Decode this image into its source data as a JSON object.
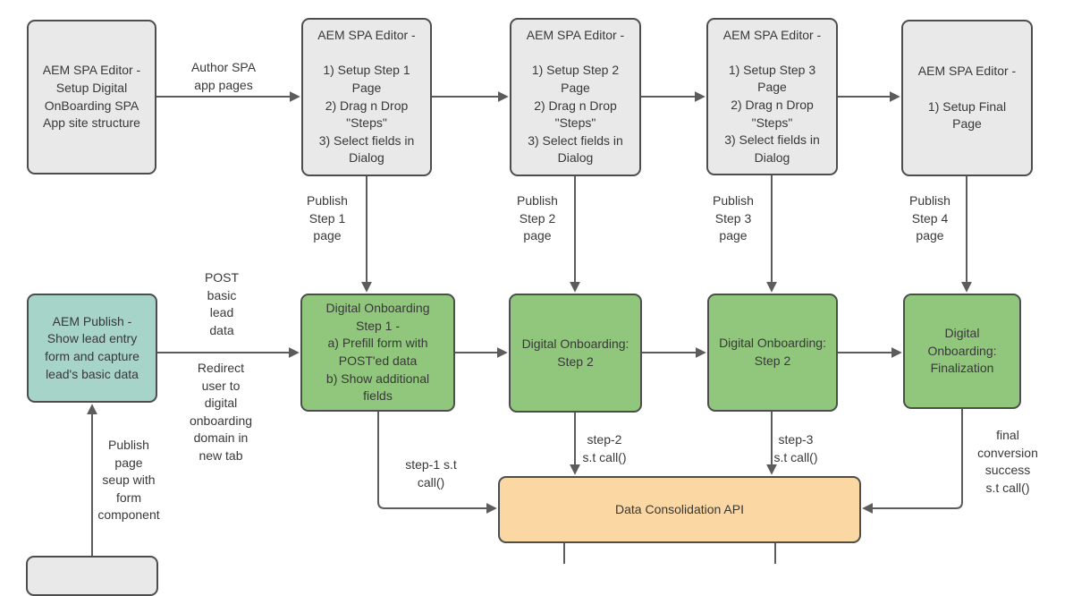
{
  "colors": {
    "background": "#ffffff",
    "gray_fill": "#e9e9e9",
    "green_fill": "#90c77c",
    "teal_fill": "#a6d4c8",
    "orange_fill": "#fbd7a4",
    "node_border": "#4d4d4d",
    "connector": "#5c5c5c",
    "text": "#383838"
  },
  "nodes": {
    "site_structure": {
      "label": "AEM SPA Editor -\nSetup Digital\nOnBoarding SPA\nApp site structure"
    },
    "editor_step1": {
      "label": "AEM SPA Editor -\n\n1) Setup Step 1\nPage\n2) Drag n Drop\n\"Steps\"\n3) Select fields in\nDialog"
    },
    "editor_step2": {
      "label": "AEM SPA Editor -\n\n1) Setup Step 2\nPage\n2) Drag n Drop\n\"Steps\"\n3) Select fields in\nDialog"
    },
    "editor_step3": {
      "label": "AEM SPA Editor -\n\n1) Setup Step 3\nPage\n2) Drag n Drop\n\"Steps\"\n3) Select fields in\nDialog"
    },
    "editor_final": {
      "label": "AEM SPA Editor -\n\n1) Setup Final\nPage"
    },
    "aem_publish": {
      "label": "AEM Publish -\nShow lead entry\nform and capture\nlead's basic data"
    },
    "onboarding_step1": {
      "label": "Digital Onboarding\nStep 1 -\na) Prefill form with\nPOST'ed data\nb) Show additional\nfields"
    },
    "onboarding_step2": {
      "label": "Digital Onboarding:\nStep 2"
    },
    "onboarding_step3": {
      "label": "Digital Onboarding:\nStep 2"
    },
    "onboarding_final": {
      "label": "Digital\nOnboarding:\nFinalization"
    },
    "data_api": {
      "label": "Data Consolidation API"
    }
  },
  "edge_labels": {
    "author_spa": "Author SPA\napp pages",
    "publish_step1": "Publish\nStep 1\npage",
    "publish_step2": "Publish\nStep 2\npage",
    "publish_step3": "Publish\nStep 3\npage",
    "publish_step4": "Publish\nStep 4\npage",
    "post_basic": "POST\nbasic\nlead\ndata",
    "redirect": "Redirect\nuser to\ndigital\nonboarding\ndomain in\nnew tab",
    "publish_page_setup": "Publish\npage\nseup with\nform\ncomponent",
    "step1_call": "step-1 s.t\ncall()",
    "step2_call": "step-2\ns.t call()",
    "step3_call": "step-3\ns.t call()",
    "final_call": "final\nconversion\nsuccess\ns.t call()"
  }
}
